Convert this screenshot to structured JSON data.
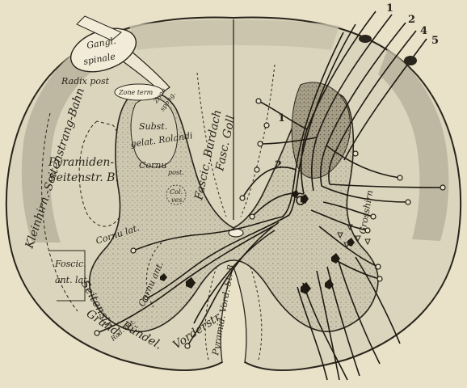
{
  "labels": {
    "gangl_spinale_1": "Gangl.",
    "gangl_spinale_2": "spinale",
    "radix_post": "Radix post",
    "zona_term_1": "Zone term",
    "zona_term_2": "Zona",
    "zona_term_3": "spong.",
    "subst_1": "Subst.",
    "subst_2": "gelat. Rolandi",
    "cornu_post_1": "Cornu",
    "cornu_post_2": "post.",
    "col_ves_1": "Col.",
    "col_ves_2": "ves",
    "fascic_burdach": "Fascic. Burdach",
    "fasc_goll": "Fasc. Goll",
    "kleinhirn": "Kleinhirn.-Seitenstrang-Bahn",
    "pyramiden_1": "Pyramiden-",
    "pyramiden_2": "Seitenstr. B.",
    "cornu_lat": "Cornu lat.",
    "fascic_ant_1": "Foscic.",
    "fascic_ant_2": "ant. lat.",
    "seitenstr": "Seitenstr.",
    "grund_1": "Grund-",
    "grund_2": "Bündel.",
    "cornu_ant": "Cornu ant.",
    "rad_ant": "Rad. ant.",
    "vorderstr": "Vorderstr.",
    "pyramid_vord": "Pyramid. Vord.-St. B",
    "grosshirn": "Grosshirn",
    "num_1a": "1",
    "num_2a": "2",
    "num_1": "1",
    "num_2": "2",
    "num_4": "4",
    "num_5": "5"
  },
  "colors": {
    "background": "#e9e1c8",
    "white_matter": "#dcd5bd",
    "gray_matter": "#ccc6b2",
    "root_zone": "#b9b19c",
    "outline": "#2a251c"
  }
}
